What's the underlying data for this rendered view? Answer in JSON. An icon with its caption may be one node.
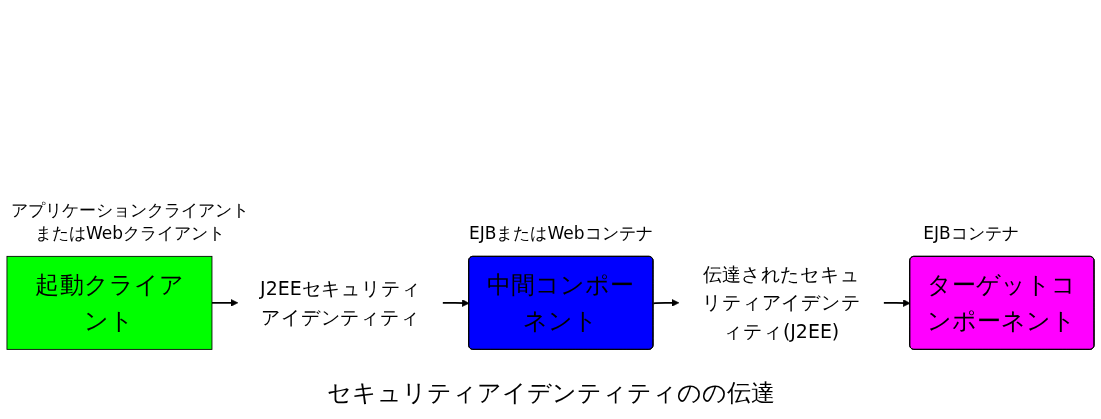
{
  "diagram": {
    "caption": "セキュリティアイデンティティのの伝達",
    "nodes": [
      {
        "text": [
          "起動クライアント"
        ],
        "beside": [
          "アプリケーションクライアントまたはWebクライアント"
        ]
      },
      {
        "text": [
          "J2EEセキュリティアイデンティティ"
        ]
      },
      {
        "text": [
          "中間コンポーネント"
        ],
        "beside": [
          "EJBまたはWebコンテナ"
        ]
      },
      {
        "text": [
          "伝達されたセキュリティアイデンティティ(J2EE)"
        ]
      },
      {
        "text": [
          "ターゲットコンポーネント"
        ],
        "beside": [
          "EJBコンテナ"
        ]
      }
    ],
    "edges": [
      {
        "from": 0,
        "to": 1,
        "arrow": "to"
      },
      {
        "from": 1,
        "to": 2,
        "arrow": "to"
      },
      {
        "from": 2,
        "to": 3,
        "arrow": "to"
      },
      {
        "from": 3,
        "to": 4,
        "arrow": "to"
      }
    ]
  }
}
